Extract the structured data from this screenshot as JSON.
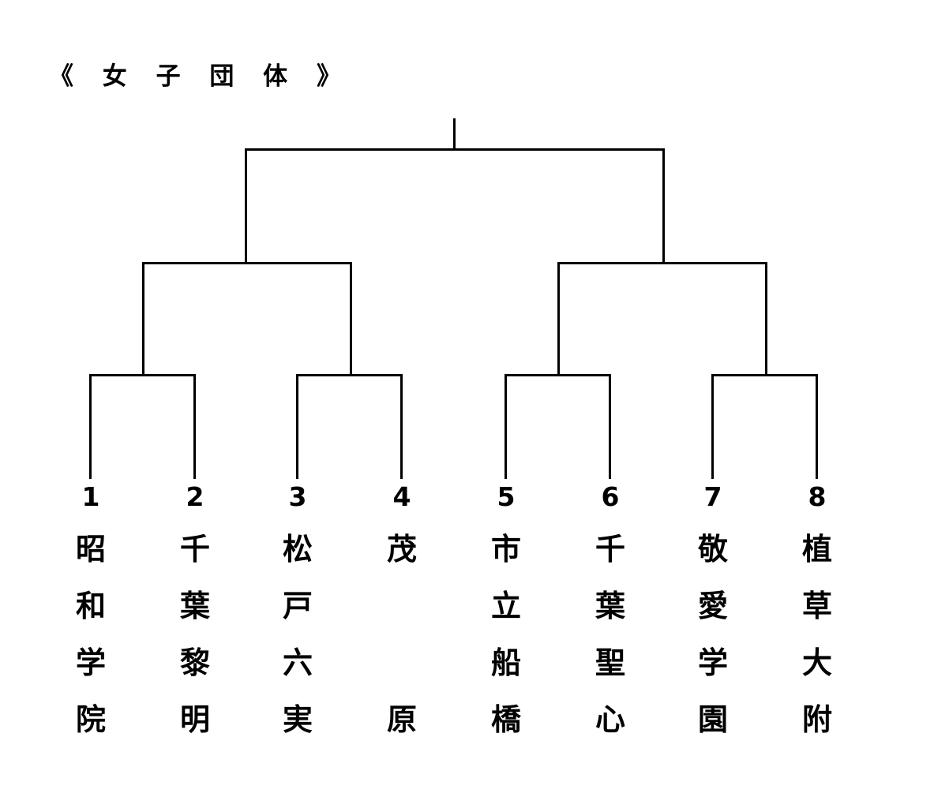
{
  "title": "《 女 子 団 体 》",
  "bracket": {
    "type": "single-elimination",
    "rounds": 3,
    "slots": 8,
    "teams": [
      {
        "seed": "1",
        "name": "昭和学院",
        "chars": [
          "昭",
          "和",
          "学",
          "院"
        ]
      },
      {
        "seed": "2",
        "name": "千葉黎明",
        "chars": [
          "千",
          "葉",
          "黎",
          "明"
        ]
      },
      {
        "seed": "3",
        "name": "松戸六実",
        "chars": [
          "松",
          "戸",
          "六",
          "実"
        ]
      },
      {
        "seed": "4",
        "name": "茂原",
        "chars": [
          "茂",
          "",
          "",
          "原"
        ]
      },
      {
        "seed": "5",
        "name": "市立船橋",
        "chars": [
          "市",
          "立",
          "船",
          "橋"
        ]
      },
      {
        "seed": "6",
        "name": "千葉聖心",
        "chars": [
          "千",
          "葉",
          "聖",
          "心"
        ]
      },
      {
        "seed": "7",
        "name": "敬愛学園",
        "chars": [
          "敬",
          "愛",
          "学",
          "園"
        ]
      },
      {
        "seed": "8",
        "name": "植草大附",
        "chars": [
          "植",
          "草",
          "大",
          "附"
        ]
      }
    ],
    "matches_round1": [
      {
        "label": "match-1",
        "seeds": [
          "1",
          "2"
        ]
      },
      {
        "label": "match-2",
        "seeds": [
          "3",
          "4"
        ]
      },
      {
        "label": "match-3",
        "seeds": [
          "5",
          "6"
        ]
      },
      {
        "label": "match-4",
        "seeds": [
          "7",
          "8"
        ]
      }
    ],
    "matches_round2": [
      {
        "label": "semifinal-left"
      },
      {
        "label": "semifinal-right"
      }
    ],
    "matches_round3": [
      {
        "label": "final"
      }
    ]
  },
  "colors": {
    "line": "#000000",
    "text": "#000000",
    "background": "#ffffff"
  }
}
